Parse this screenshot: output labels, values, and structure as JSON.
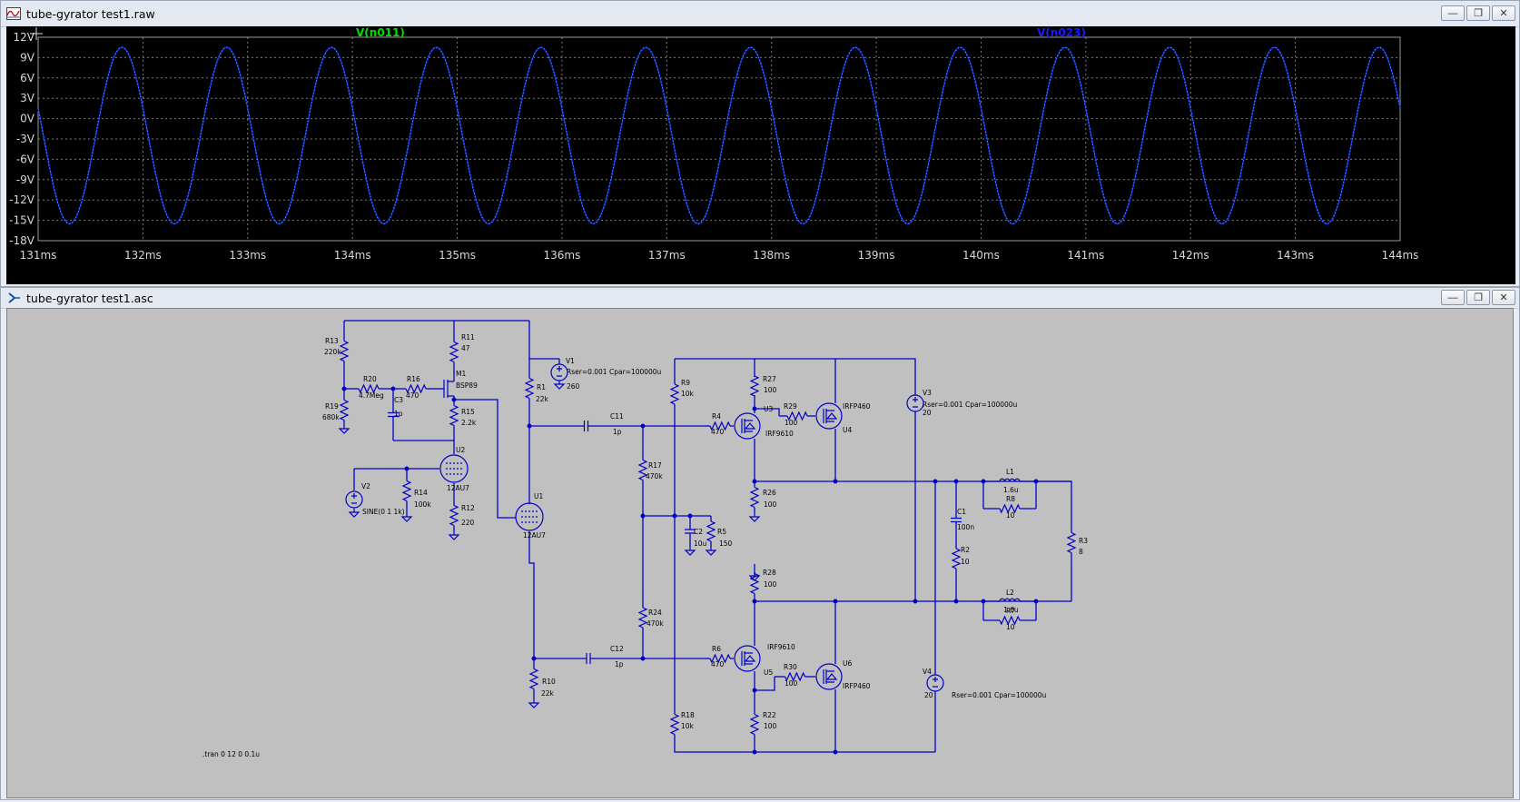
{
  "plot_window": {
    "title": "tube-gyrator test1.raw",
    "traces": [
      {
        "name": "V(n011)",
        "color": "#00e000"
      },
      {
        "name": "V(n023)",
        "color": "#1a1aff"
      }
    ],
    "y_ticks": [
      "12V",
      "9V",
      "6V",
      "3V",
      "0V",
      "-3V",
      "-6V",
      "-9V",
      "-12V",
      "-15V",
      "-18V"
    ],
    "x_ticks": [
      "131ms",
      "132ms",
      "133ms",
      "134ms",
      "135ms",
      "136ms",
      "137ms",
      "138ms",
      "139ms",
      "140ms",
      "141ms",
      "142ms",
      "143ms",
      "144ms"
    ]
  },
  "chart_data": {
    "type": "line",
    "title": "",
    "xlabel": "",
    "ylabel": "",
    "xlim": [
      131,
      144
    ],
    "ylim": [
      -18,
      12
    ],
    "x_unit": "ms",
    "y_unit": "V",
    "grid": true,
    "series": [
      {
        "name": "V(n011)",
        "frequency_khz": 1,
        "amplitude_v": 13,
        "offset_v": -2.5,
        "x_first_peak_ms": 131.8
      },
      {
        "name": "V(n023)",
        "frequency_khz": 1,
        "amplitude_v": 13,
        "offset_v": -2.5,
        "x_first_peak_ms": 131.8
      }
    ]
  },
  "schematic_window": {
    "title": "tube-gyrator test1.asc",
    "directive": ".tran 0 12 0 0.1u",
    "labels": {
      "R13": "R13",
      "R13v": "220k",
      "R20": "R20",
      "R20v": "4.7Meg",
      "R16": "R16",
      "R16v": "470",
      "R19": "R19",
      "R19v": "680k",
      "C3": "C3",
      "C3v": "1p",
      "R11": "R11",
      "R11v": "47",
      "M1": "M1",
      "M1v": "BSP89",
      "R15": "R15",
      "R15v": "2.2k",
      "U2": "U2",
      "U2v": "12AU7",
      "V2": "V2",
      "V2v": "SINE(0 1 1k)",
      "R14": "R14",
      "R14v": "100k",
      "R12": "R12",
      "R12v": "220",
      "V1": "V1",
      "V1a": "Rser=0.001 Cpar=100000u",
      "V1v": "260",
      "R1": "R1",
      "R1v": "22k",
      "U1": "U1",
      "U1v": "12AU7",
      "C11": "C11",
      "C11v": "1p",
      "C12": "C12",
      "C12v": "1p",
      "R10": "R10",
      "R10v": "22k",
      "R17": "R17",
      "R17v": "470k",
      "R24": "R24",
      "R24v": "470k",
      "C2": "C2",
      "C2v": "10u",
      "R5": "R5",
      "R5v": "150",
      "R9": "R9",
      "R9v": "10k",
      "R18": "R18",
      "R18v": "10k",
      "R4": "R4",
      "R4v": "470",
      "R6": "R6",
      "R6v": "470",
      "U3": "U3",
      "U3v": "IRF9610",
      "U5": "U5",
      "U5v": "IRF9610",
      "R27": "R27",
      "R27v": "100",
      "R26": "R26",
      "R26v": "100",
      "R28": "R28",
      "R28v": "100",
      "R22": "R22",
      "R22v": "100",
      "R29": "R29",
      "R29v": "100",
      "R30": "R30",
      "R30v": "100",
      "U4": "U4",
      "U4v": "IRFP460",
      "U6": "U6",
      "U6v": "IRFP460",
      "V3": "V3",
      "V3v": "20",
      "V3a": "Rser=0.001 Cpar=100000u",
      "V4": "V4",
      "V4v": "20",
      "V4a": "Rser=0.001 Cpar=100000u",
      "C1": "C1",
      "C1v": "100n",
      "R2": "R2",
      "R2v": "10",
      "L1": "L1",
      "L1v": "1.6u",
      "R8": "R8",
      "R8v": "10",
      "L2": "L2",
      "L2v": "1.6u",
      "R7": "R7",
      "R7v": "10",
      "R3": "R3",
      "R3v": "8"
    }
  },
  "colors": {
    "plot_bg": "#000000",
    "grid": "#7a7a7a",
    "schematic_bg": "#c0c0c0",
    "wire": "#0000c8",
    "component_label": "#000000"
  }
}
